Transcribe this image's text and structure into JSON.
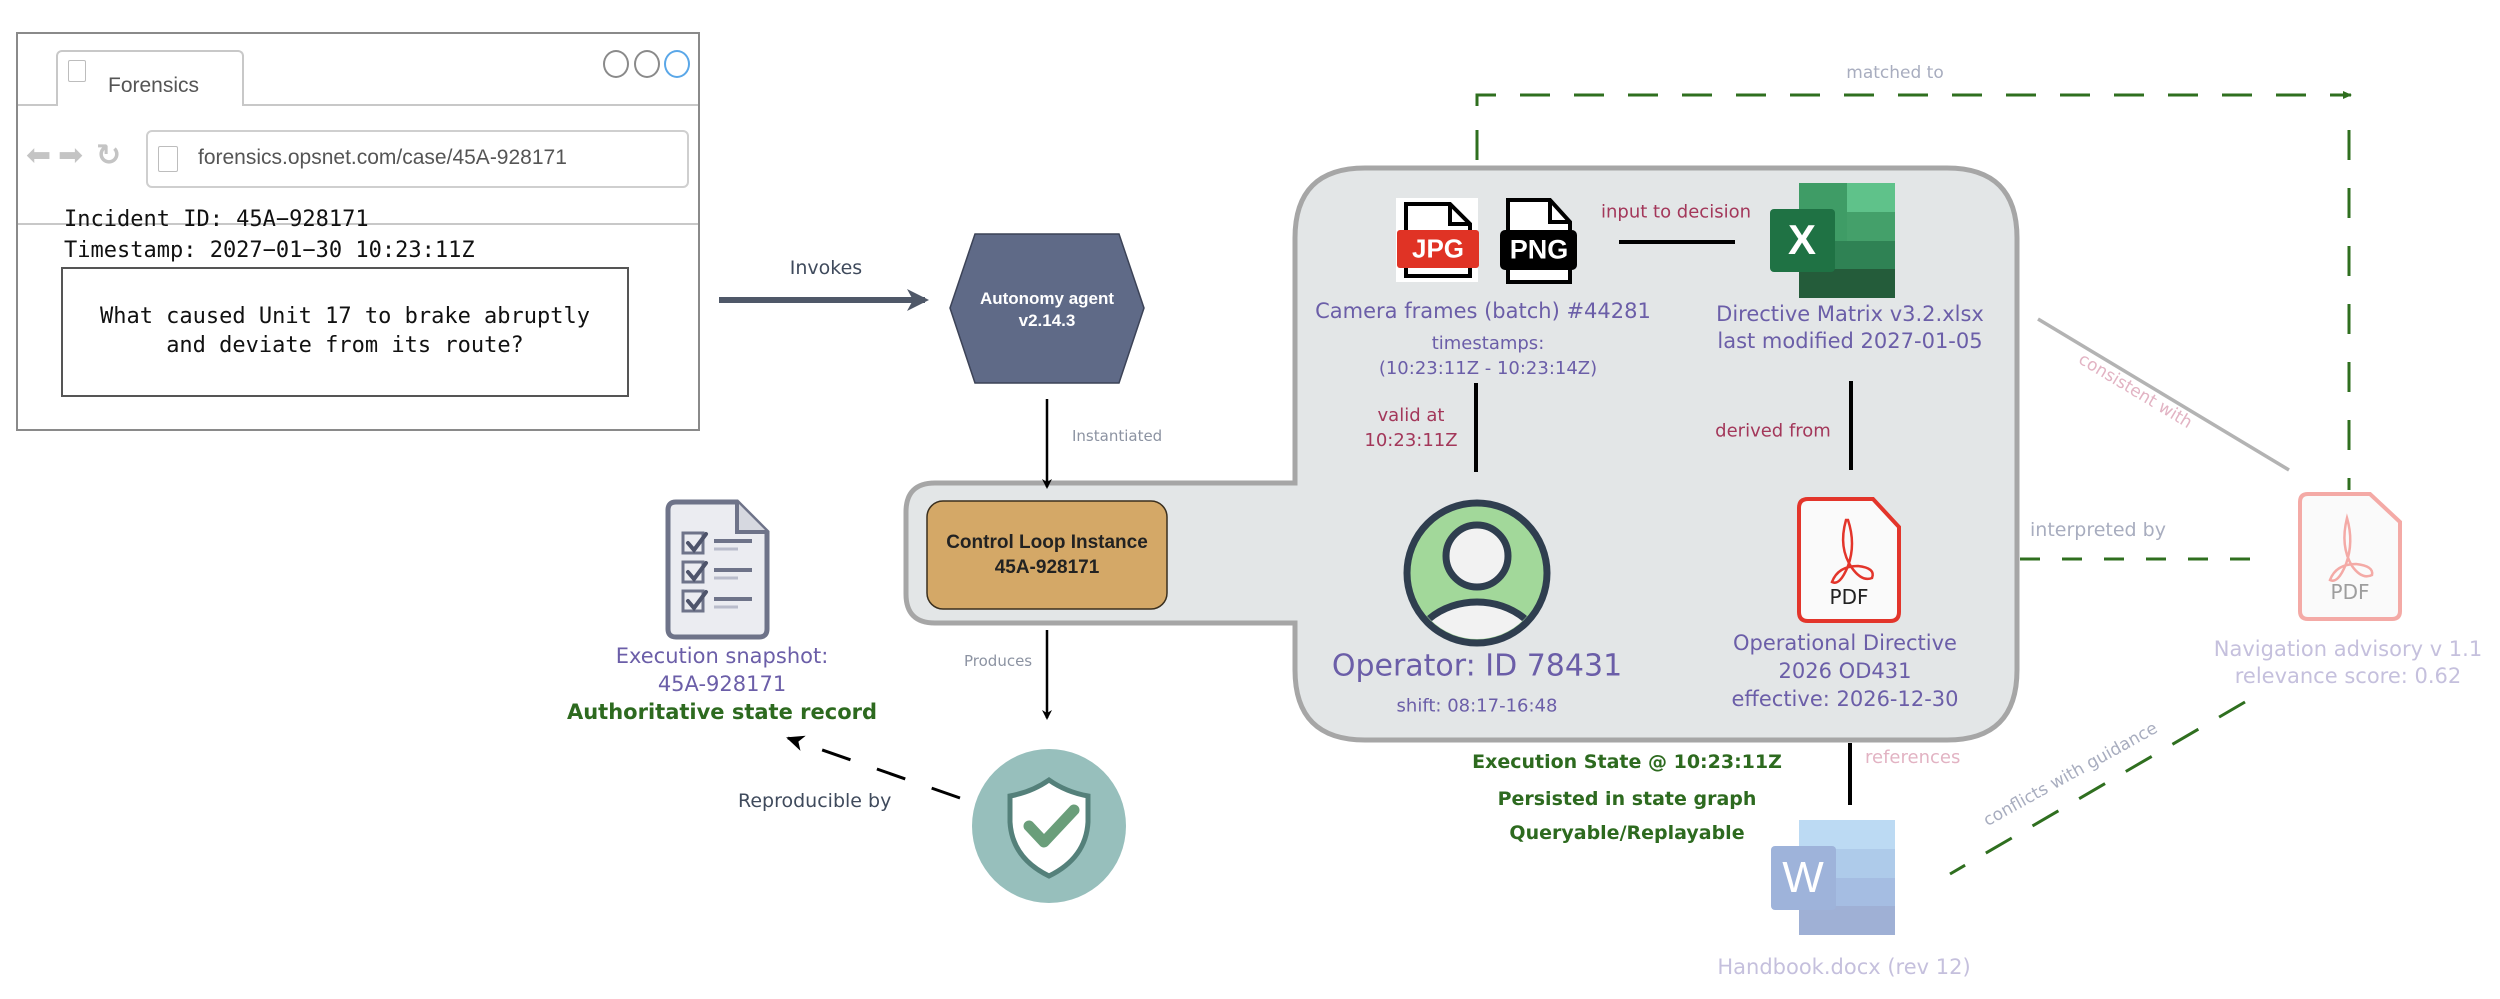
{
  "browser": {
    "tab_title": "Forensics",
    "url": "forensics.opsnet.com/case/45A-928171",
    "nav": {
      "back_icon": "arrow-left-icon",
      "forward_icon": "arrow-right-icon",
      "reload_icon": "reload-icon"
    },
    "incident_id_line": "Incident ID: 45A−928171",
    "timestamp_line": "Timestamp: 2027−01−30 10:23:11Z",
    "question_line1": "What caused Unit 17 to brake abruptly",
    "question_line2": "and deviate from its route?"
  },
  "edges": {
    "invokes": "Invokes",
    "instantiated": "Instantiated",
    "produces": "Produces",
    "reproducible_by": "Reproducible by",
    "input_to_decision": "input to decision",
    "valid_at_line1": "valid at",
    "valid_at_line2": "10:23:11Z",
    "derived_from": "derived from",
    "references": "references",
    "matched_to": "matched to",
    "consistent_with": "consistent with",
    "interpreted_by": "interpreted by",
    "conflicts_with_guidance": "conflicts with guidance"
  },
  "nodes": {
    "agent": {
      "line1": "Autonomy agent",
      "line2": "v2.14.3",
      "color": "#5f6a87"
    },
    "control_loop": {
      "line1": "Control Loop Instance",
      "line2": "45A-928171",
      "color": "#d4a867"
    },
    "snapshot": {
      "line1": "Execution snapshot:",
      "line2": "45A-928171",
      "line3": "Authoritative state record",
      "icon": "checklist-document-icon"
    },
    "shield": {
      "icon": "shield-check-icon",
      "color": "#97bfbc"
    },
    "camera": {
      "jpg_badge": "JPG",
      "png_badge": "PNG",
      "title": "Camera frames (batch) #44281",
      "ts_label": "timestamps:",
      "ts_range": "(10:23:11Z - 10:23:14Z)"
    },
    "directive_matrix": {
      "badge": "X",
      "line1": "Directive Matrix v3.2.xlsx",
      "line2": "last modified 2027-01-05"
    },
    "operator": {
      "title": "Operator: ID 78431",
      "shift": "shift: 08:17-16:48",
      "icon": "user-avatar-icon"
    },
    "op_directive": {
      "badge": "PDF",
      "line1": "Operational Directive",
      "line2": "2026 OD431",
      "line3": "effective: 2026-12-30"
    },
    "execution_state": {
      "line1": "Execution State @ 10:23:11Z",
      "line2": "Persisted in state graph",
      "line3": "Queryable/Replayable"
    },
    "handbook": {
      "badge": "W",
      "label": "Handbook.docx (rev 12)"
    },
    "advisory": {
      "badge": "PDF",
      "line1": "Navigation advisory v 1.1",
      "line2": "relevance score: 0.62"
    }
  },
  "colors": {
    "edge_green": "#2f6f1f",
    "panel_fill": "#e3e6e7",
    "panel_stroke": "#a6a6a6",
    "label_purple": "#6b5ea8",
    "label_maroon": "#a3375a",
    "label_green": "#2d6a1f"
  }
}
